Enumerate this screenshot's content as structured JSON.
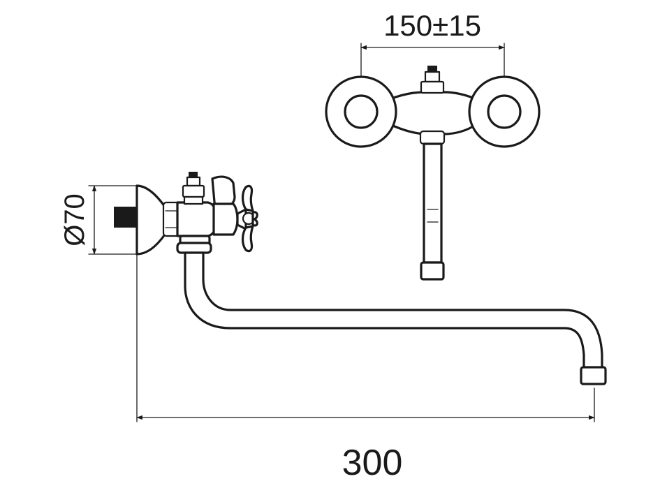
{
  "dimensions": {
    "spacing": "150±15",
    "length": "300",
    "diameter": "Ø70"
  },
  "colors": {
    "line": "#1a1a1a",
    "background": "#ffffff"
  }
}
